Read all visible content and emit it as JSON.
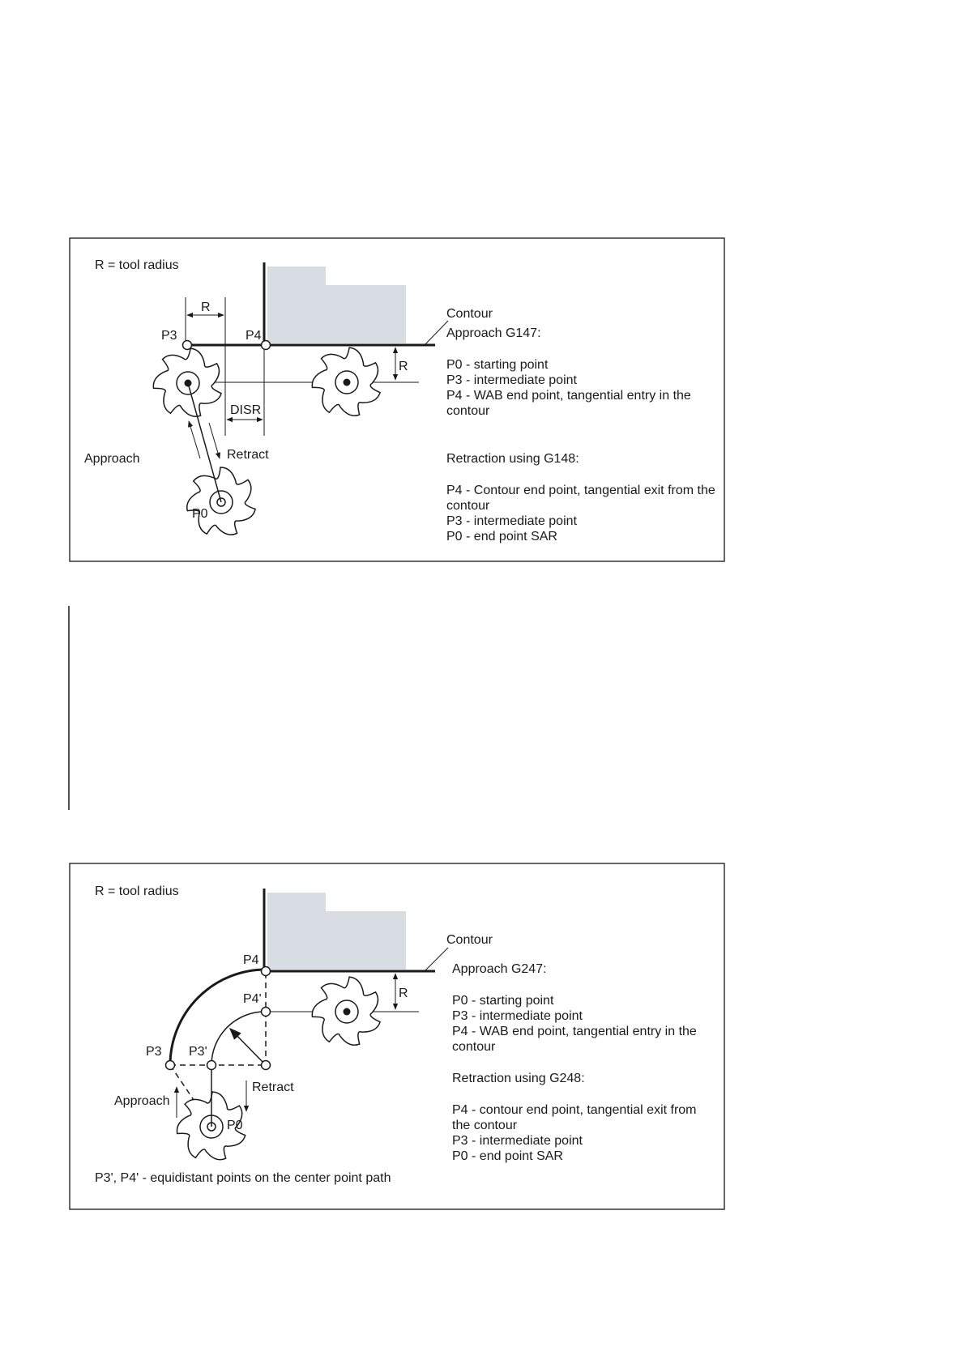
{
  "colors": {
    "workpiece": "#d7dde2",
    "line": "#1a1a1a",
    "frame": "#333333"
  },
  "figure1": {
    "tool_radius_note": "R = tool radius",
    "contour_label": "Contour",
    "dim_r_top": "R",
    "dim_r_side": "R",
    "dim_disr": "DISR",
    "p3": "P3",
    "p4": "P4",
    "p0": "P0",
    "approach": "Approach",
    "retract": "Retract",
    "approach_title": "Approach G147:",
    "approach_items": [
      "P0 - starting point",
      "P3 - intermediate point",
      "P4 - WAB end point, tangential entry in the",
      "contour"
    ],
    "retraction_title": "Retraction using G148:",
    "retraction_items": [
      "P4 - Contour end point, tangential exit from the",
      "contour",
      "P3 - intermediate point",
      "P0 - end point SAR"
    ]
  },
  "figure2": {
    "tool_radius_note": "R = tool radius",
    "contour_label": "Contour",
    "dim_r_side": "R",
    "p4": "P4",
    "p4_prime": "P4'",
    "p3": "P3",
    "p3_prime": "P3'",
    "p0": "P0",
    "approach": "Approach",
    "retract": "Retract",
    "footnote": "P3', P4' - equidistant points on the center point path",
    "approach_title": "Approach G247:",
    "approach_items": [
      "P0 - starting point",
      "P3 - intermediate point",
      "P4 - WAB end point, tangential entry in the",
      "contour"
    ],
    "retraction_title": "Retraction using G248:",
    "retraction_items": [
      "P4 - contour end point, tangential exit from",
      "the contour",
      "P3 - intermediate point",
      "P0 - end point SAR"
    ]
  }
}
